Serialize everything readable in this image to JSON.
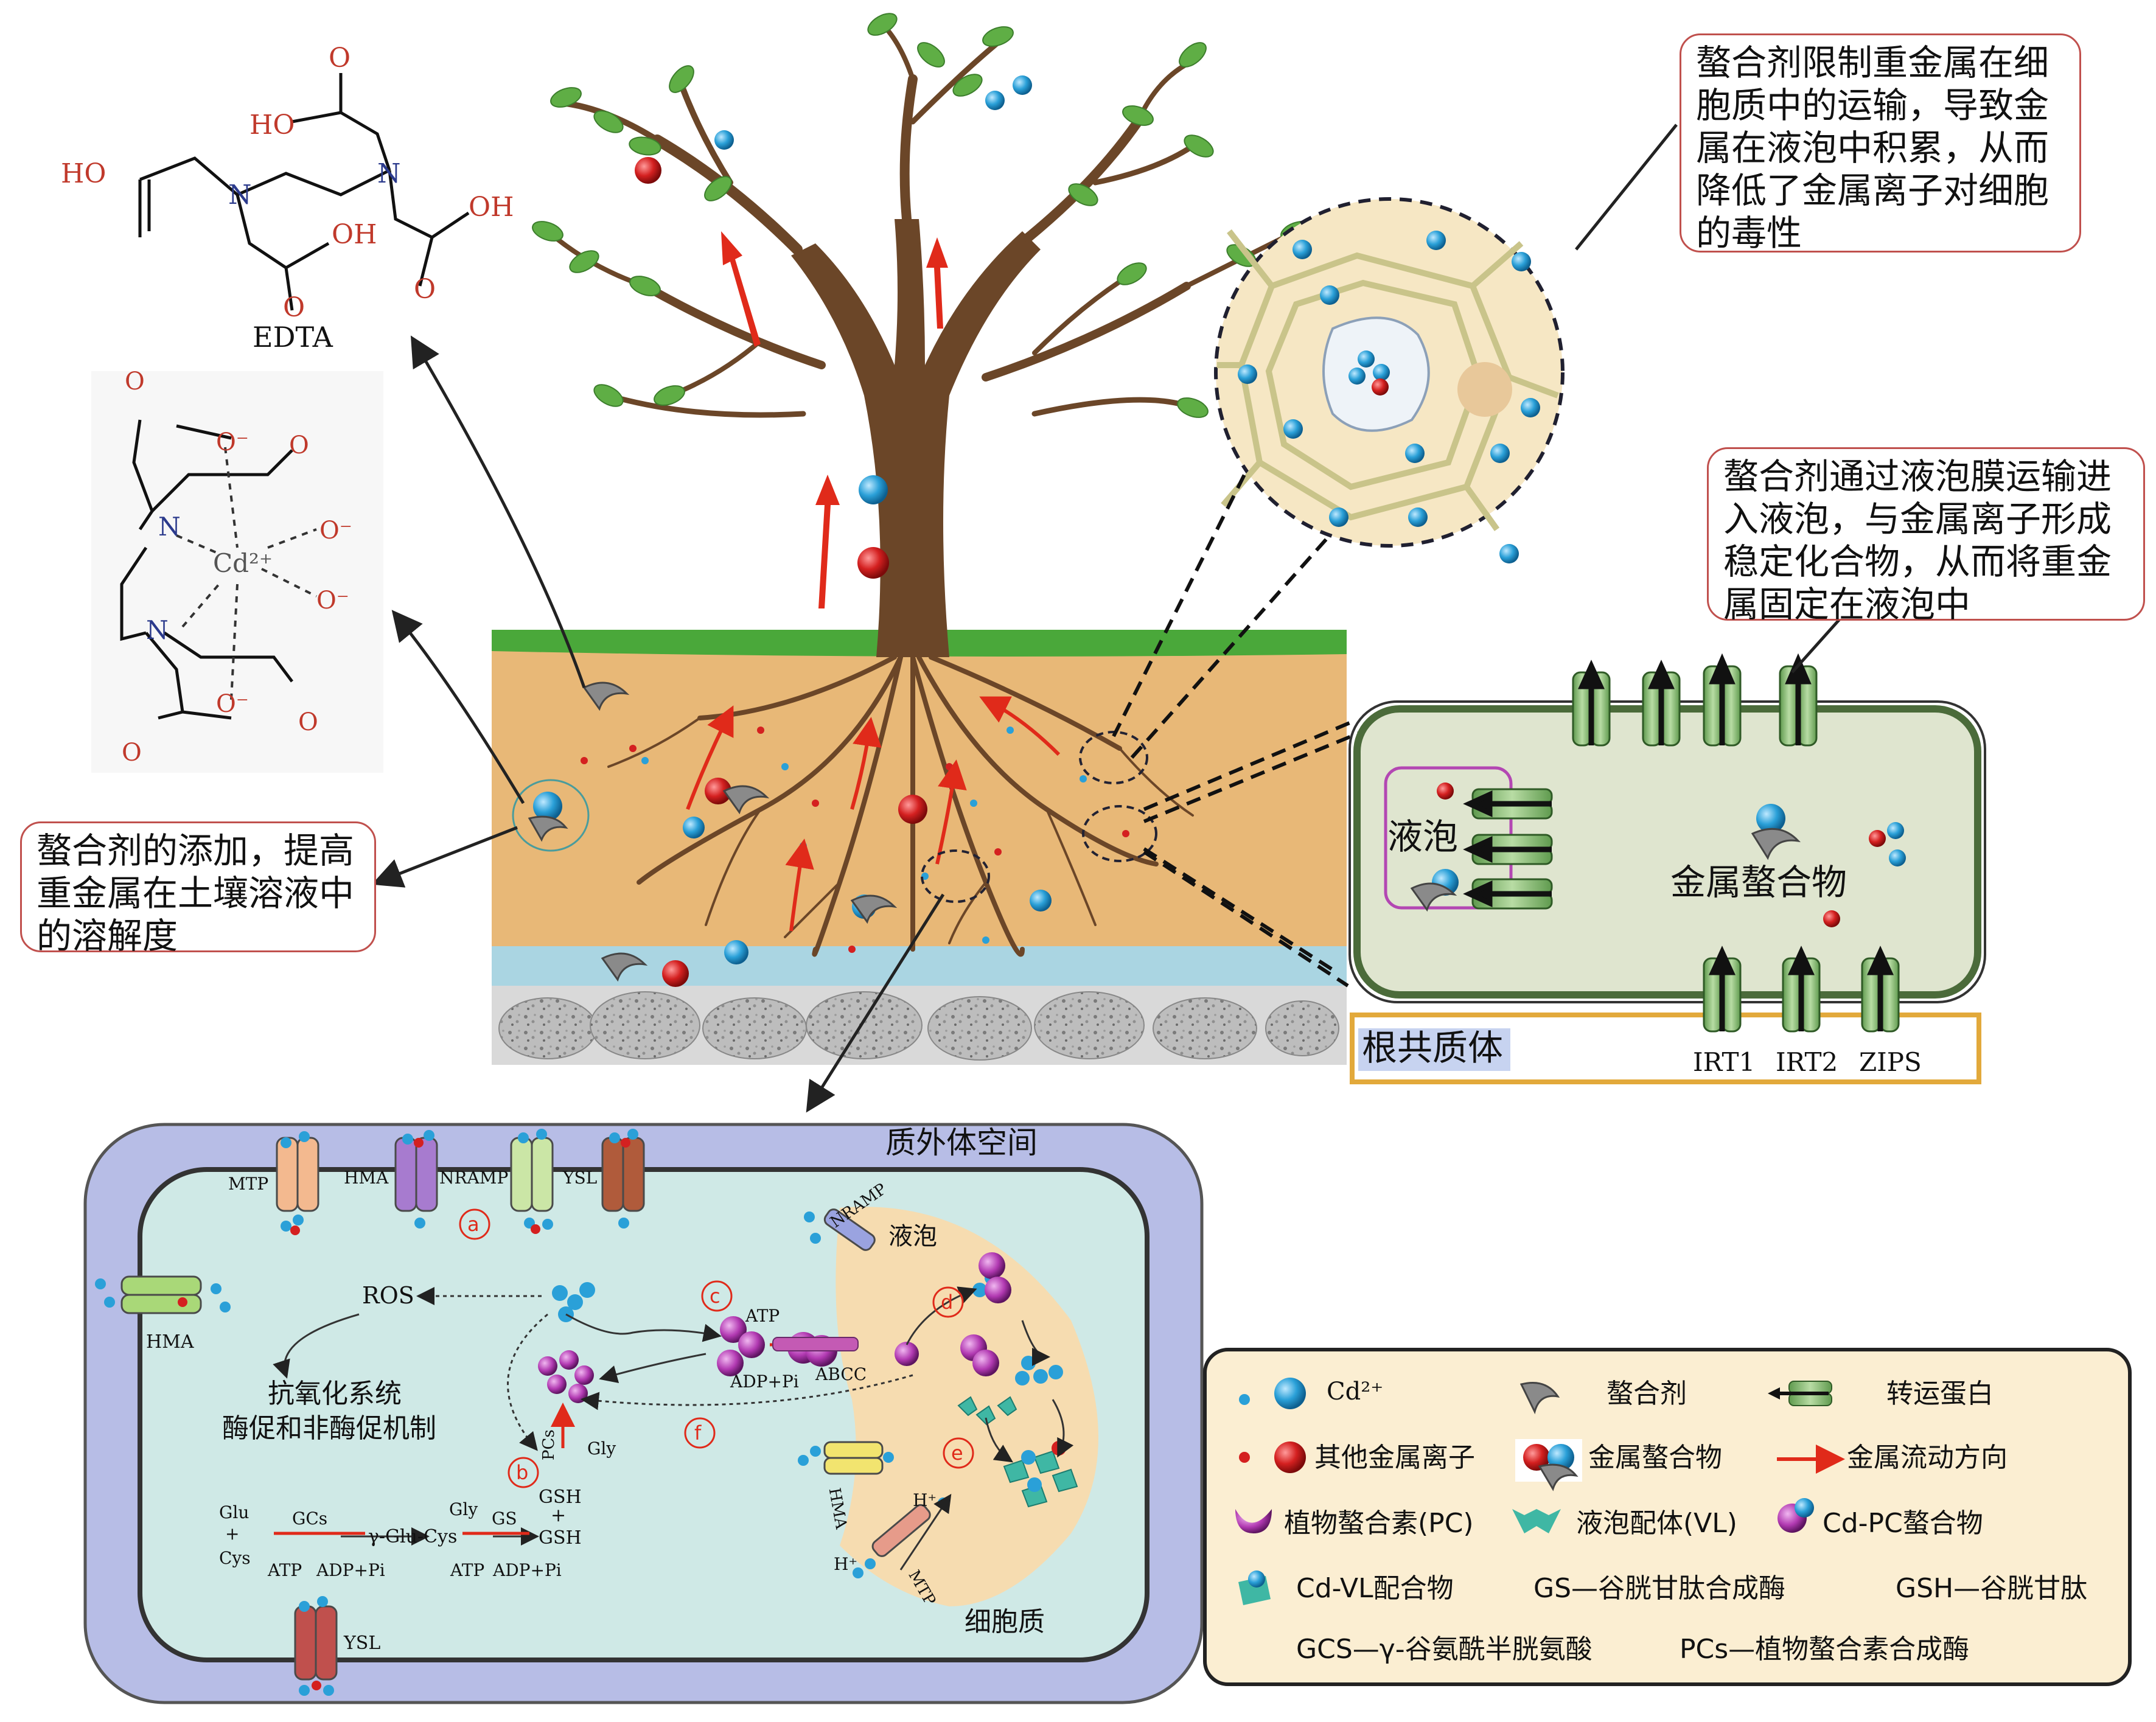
{
  "notes": {
    "soil": "螯合剂的添加，提高重金属在土壤溶液中的溶解度",
    "cytoplasm": "螯合剂限制重金属在细胞质中的运输，导致金属在液泡中积累，从而降低了金属离子对细胞的毒性",
    "vacuole": "螯合剂通过液泡膜运输进入液泡，与金属离子形成稳定化合物，从而将重金属固定在液泡中"
  },
  "chem": {
    "edta_name": "EDTA",
    "ho1": "HO",
    "ho2": "HO",
    "oh1": "OH",
    "oh2": "OH",
    "n1": "N",
    "n2": "N",
    "o1": "O",
    "o2": "O",
    "o3": "O",
    "cd": "Cd²⁺",
    "o_minus": "O⁻",
    "o_plain": "O",
    "n_complex": "N"
  },
  "root_cell": {
    "vacuole_label": "液泡",
    "complex_label": "金属螯合物",
    "symplast_label": "根共质体",
    "transporters": [
      "IRT1",
      "IRT2",
      "ZIPS"
    ]
  },
  "bottom_cell": {
    "apoplast": "质外体空间",
    "cytoplasm": "细胞质",
    "vacuole": "液泡",
    "ros": "ROS",
    "antioxidant_1": "抗氧化系统",
    "antioxidant_2": "酶促和非酶促机制",
    "t_mtp": "MTP",
    "t_hma": "HMA",
    "t_nramp": "NRAMP",
    "t_ysl": "YSL",
    "t_hma_left": "HMA",
    "t_ysl_bottom": "YSL",
    "t_nramp_vac": "NRAMP",
    "t_hma_vac": "HMA",
    "t_mtp_vac": "MTP",
    "atp": "ATP",
    "adp": "ADP+Pi",
    "abcc": "ABCC",
    "pcs": "PCs",
    "gly": "Gly",
    "gsh": "GSH",
    "plus": "+",
    "glu": "Glu",
    "cys": "Cys",
    "gcs": "GCs",
    "gglucys": "γ-Glu-Cys",
    "gly2": "Gly",
    "gs": "GS",
    "gsh2": "GSH",
    "atp2": "ATP",
    "adp2": "ADP+Pi",
    "atp3": "ATP",
    "adp3": "ADP+Pi",
    "hplus1": "H⁺",
    "hplus2": "H⁺",
    "markers": [
      "a",
      "b",
      "c",
      "d",
      "e",
      "f"
    ]
  },
  "legend": {
    "cd": "Cd²⁺",
    "chelator": "螯合剂",
    "transporter": "转运蛋白",
    "other_ion": "其他金属离子",
    "complex": "金属螯合物",
    "flow": "金属流动方向",
    "pc": "植物螯合素(PC)",
    "vl": "液泡配体(VL)",
    "cdpc": "Cd-PC螯合物",
    "cdvl": "Cd-VL配合物",
    "gs": "GS—谷胱甘肽合成酶",
    "gsh": "GSH—谷胱甘肽",
    "gcs": "GCS—γ-谷氨酰半胱氨酸",
    "pcs": "PCs—植物螯合素合成酶"
  },
  "colors": {
    "cd_blue": "#2aa0d8",
    "metal_red": "#d42020",
    "flow_red": "#e02a1a",
    "soil": "#e8b877",
    "grass": "#4aa83a",
    "trunk": "#6b4628",
    "cell_green": "#dfe5cf",
    "outer_purple": "#b7bde6",
    "inner_cyan": "#cfe9e6",
    "vacuole_tan": "#f6dcb0",
    "legend_bg": "#fbeed2",
    "note_border": "#c0504d"
  }
}
